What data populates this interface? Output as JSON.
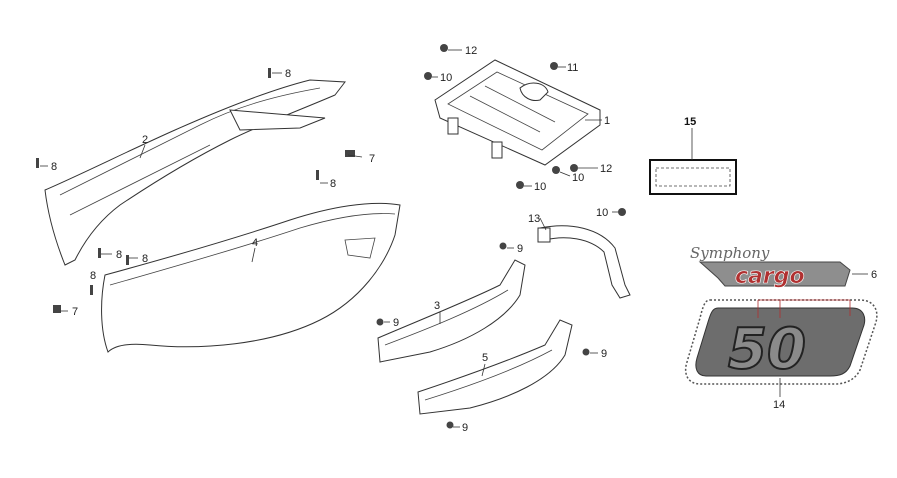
{
  "callouts": {
    "c1": "1",
    "c2": "2",
    "c3": "3",
    "c4": "4",
    "c5": "5",
    "c6": "6",
    "c7a": "7",
    "c7b": "7",
    "c8a": "8",
    "c8b": "8",
    "c8c": "8",
    "c8d": "8",
    "c8e": "8",
    "c8f": "8",
    "c9a": "9",
    "c9b": "9",
    "c9c": "9",
    "c9d": "9",
    "c10a": "10",
    "c10b": "10",
    "c10c": "10",
    "c10d": "10",
    "c11": "11",
    "c12a": "12",
    "c12b": "12",
    "c13": "13",
    "c14": "14",
    "c15": "15"
  },
  "decal": {
    "brand_script": "Symphony",
    "model_word": "cargo",
    "number": "50"
  },
  "colors": {
    "accent_red": "#b03030",
    "decal_gray": "#6d6d6d"
  }
}
